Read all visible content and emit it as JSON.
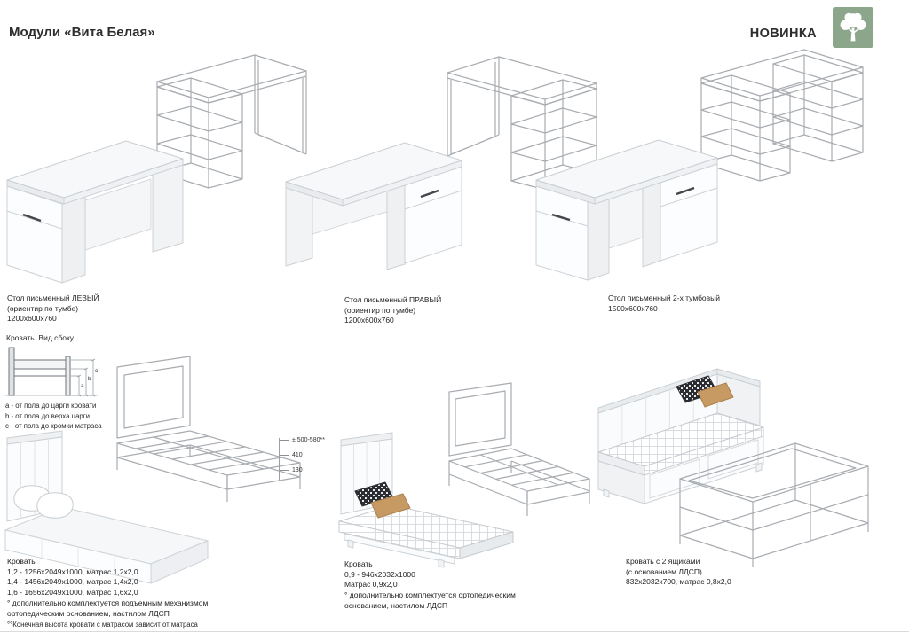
{
  "header": {
    "title": "Модули «Вита Белая»",
    "badge": "НОВИНКА"
  },
  "colors": {
    "logo_green": "#8ca68c",
    "wireframe_gray": "#a8acb1",
    "pillow_tan": "#c79a63",
    "pillow_dark": "#2b2d32"
  },
  "desks": {
    "left": {
      "caption": {
        "l1": "Стол письменный ЛЕВЫЙ",
        "l2": "(ориентир по тумбе)",
        "l3": "1200х600х760"
      }
    },
    "right": {
      "caption": {
        "l1": "Стол письменный ПРАВЫЙ",
        "l2": "(ориентир по тумбе)",
        "l3": "1200х600х760"
      }
    },
    "double": {
      "caption": {
        "l1": "Стол письменный 2-х тумбовый",
        "l2": "1500х600х760"
      }
    }
  },
  "beds": {
    "sideview": {
      "title": "Кровать. Вид сбоку",
      "labels": {
        "a": "a",
        "b": "b",
        "c": "c"
      },
      "legend": {
        "l1": "а - от пола до царги кровати",
        "l2": "b - от пола до верха царги",
        "l3": "с - от пола до кромки матраса"
      }
    },
    "dims": {
      "d1": "± 500-580**",
      "d2": "410",
      "d3": "130"
    },
    "double": {
      "caption": {
        "l1": "Кровать",
        "l2": "1,2 - 1256х2049х1000, матрас 1,2х2,0",
        "l3": "1,4 - 1456х2049х1000, матрас 1,4х2,0",
        "l4": "1,6 - 1656х2049х1000, матрас 1,6х2,0",
        "l5": "° дополнительно комплектуется подъемным механизмом,",
        "l6": "ортопедическим основанием, настилом ЛДСП"
      },
      "footnote": "°°Конечная высота кровати с матрасом зависит от матраса"
    },
    "single": {
      "caption": {
        "l1": "Кровать",
        "l2": "0,9 - 946х2032х1000",
        "l3": "Матрас 0,9х2,0",
        "l4": "° дополнительно комплектуется ортопедическим",
        "l5": "основанием, настилом ЛДСП"
      }
    },
    "drawers": {
      "caption": {
        "l1": "Кровать с 2 ящиками",
        "l2": "(с основанием ЛДСП)",
        "l3": "832х2032х700, матрас 0,8х2,0"
      }
    }
  }
}
